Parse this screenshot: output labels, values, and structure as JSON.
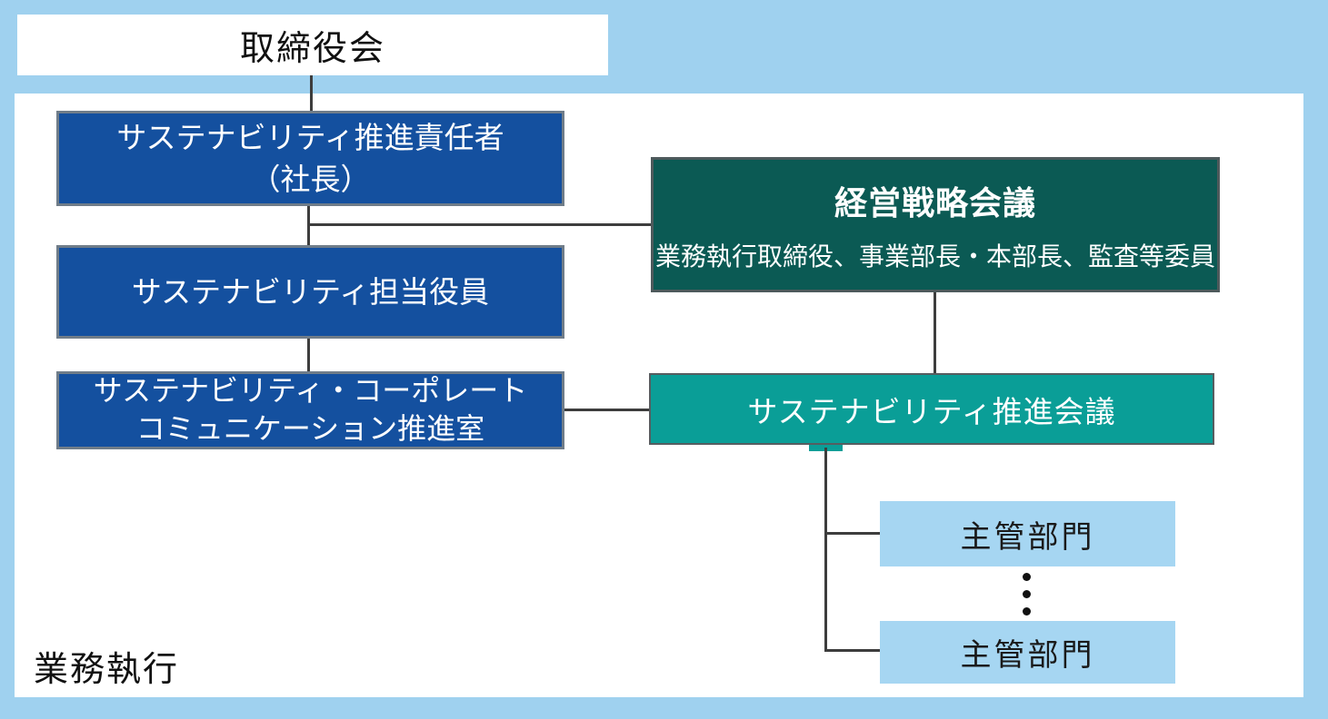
{
  "colors": {
    "background": "#9fd1ef",
    "panel": "#ffffff",
    "primary_blue": "#14509f",
    "dark_teal": "#0b5a54",
    "teal": "#0a9e97",
    "light_blue_box": "#a6d6f2",
    "connector": "#3d3d3d",
    "text_light": "#ffffff",
    "text_dark": "#111111"
  },
  "diagram": {
    "board": {
      "label": "取締役会"
    },
    "left_chain": [
      {
        "line1": "サステナビリティ推進責任者",
        "line2": "（社長）"
      },
      {
        "line1": "サステナビリティ担当役員"
      },
      {
        "line1": "サステナビリティ・コーポレート",
        "line2": "コミュニケーション推進室"
      }
    ],
    "management_strategy_meeting": {
      "title": "経営戦略会議",
      "members": "業務執行取締役、事業部長・本部長、監査等委員"
    },
    "sustainability_promotion_meeting": {
      "label": "サステナビリティ推進会議"
    },
    "departments": [
      {
        "label": "主管部門"
      },
      {
        "label": "主管部門"
      }
    ],
    "ellipsis_icon": "vertical-ellipsis",
    "execution_label": "業務執行"
  }
}
